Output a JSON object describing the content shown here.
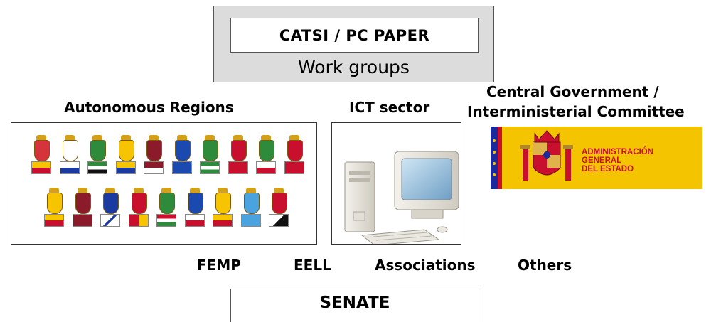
{
  "top": {
    "title": "CATSI / PC PAPER",
    "subtitle": "Work groups"
  },
  "groups": {
    "autonomous": "Autonomous Regions",
    "ict": "ICT sector",
    "central_line1": "Central Government /",
    "central_line2": "Interministerial Committee"
  },
  "logo": {
    "line1": "ADMINISTRACIÓN",
    "line2": "GENERAL",
    "line3": "DEL ESTADO"
  },
  "row_labels": [
    "FEMP",
    "EELL",
    "Associations",
    "Others"
  ],
  "bottom": {
    "title": "SENATE"
  },
  "colors": {
    "panel_grey": "#dcdcdc",
    "logo_yellow": "#f5c400",
    "logo_red": "#c8102e",
    "logo_blue": "#1a2a9c"
  }
}
